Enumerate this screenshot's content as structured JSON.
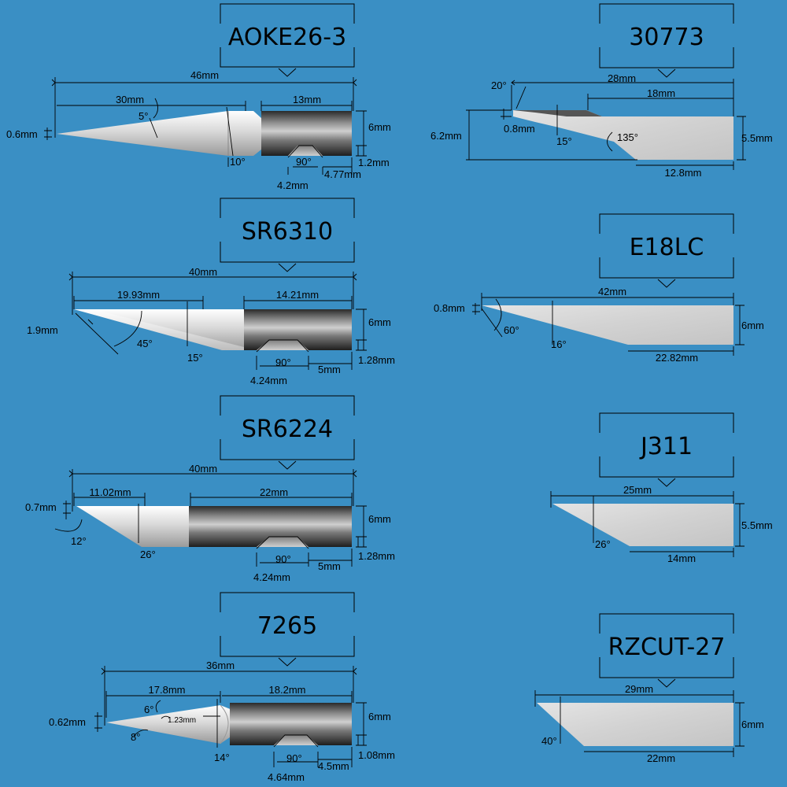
{
  "blades": [
    {
      "id": "AOKE26-3",
      "title": "AOKE26-3",
      "labels": {
        "total": "46mm",
        "blade": "30mm",
        "shank": "13mm",
        "tip": "0.6mm",
        "tip_angle": "5°",
        "edge_angle": "10°",
        "dia": "6mm",
        "notch_angle": "90°",
        "notch_w": "4.2mm",
        "notch_pos": "4.77mm",
        "notch_d": "1.2mm"
      }
    },
    {
      "id": "SR6310",
      "title": "SR6310",
      "labels": {
        "total": "40mm",
        "blade": "19.93mm",
        "shank": "14.21mm",
        "tip": "1.9mm",
        "tip_angle": "45°",
        "edge_angle": "15°",
        "dia": "6mm",
        "notch_angle": "90°",
        "notch_w": "4.24mm",
        "notch_pos": "5mm",
        "notch_d": "1.28mm"
      }
    },
    {
      "id": "SR6224",
      "title": "SR6224",
      "labels": {
        "total": "40mm",
        "blade": "11.02mm",
        "shank": "22mm",
        "tip": "0.7mm",
        "tip_angle": "12°",
        "edge_angle": "26°",
        "dia": "6mm",
        "notch_angle": "90°",
        "notch_w": "4.24mm",
        "notch_pos": "5mm",
        "notch_d": "1.28mm"
      }
    },
    {
      "id": "7265",
      "title": "7265",
      "labels": {
        "total": "36mm",
        "blade": "17.8mm",
        "shank": "18.2mm",
        "tip": "0.62mm",
        "tip_angle": "6°",
        "tip_angle2": "8°",
        "inner": "1.23mm",
        "edge_angle": "14°",
        "dia": "6mm",
        "notch_angle": "90°",
        "notch_w": "4.64mm",
        "notch_pos": "4.5mm",
        "notch_d": "1.08mm"
      }
    },
    {
      "id": "30773",
      "title": "30773",
      "labels": {
        "total": "28mm",
        "top": "18mm",
        "height": "6.2mm",
        "tip_angle": "20°",
        "tip": "0.8mm",
        "edge_angle": "15°",
        "back_angle": "135°",
        "width": "5.5mm",
        "bottom": "12.8mm"
      }
    },
    {
      "id": "E18LC",
      "title": "E18LC",
      "labels": {
        "total": "42mm",
        "tip": "0.8mm",
        "tip_angle": "60°",
        "edge_angle": "16°",
        "width": "6mm",
        "bottom": "22.82mm"
      }
    },
    {
      "id": "J311",
      "title": "J311",
      "labels": {
        "total": "25mm",
        "edge_angle": "26°",
        "width": "5.5mm",
        "bottom": "14mm"
      }
    },
    {
      "id": "RZCUT-27",
      "title": "RZCUT-27",
      "labels": {
        "total": "29mm",
        "edge_angle": "40°",
        "width": "6mm",
        "bottom": "22mm"
      }
    }
  ]
}
